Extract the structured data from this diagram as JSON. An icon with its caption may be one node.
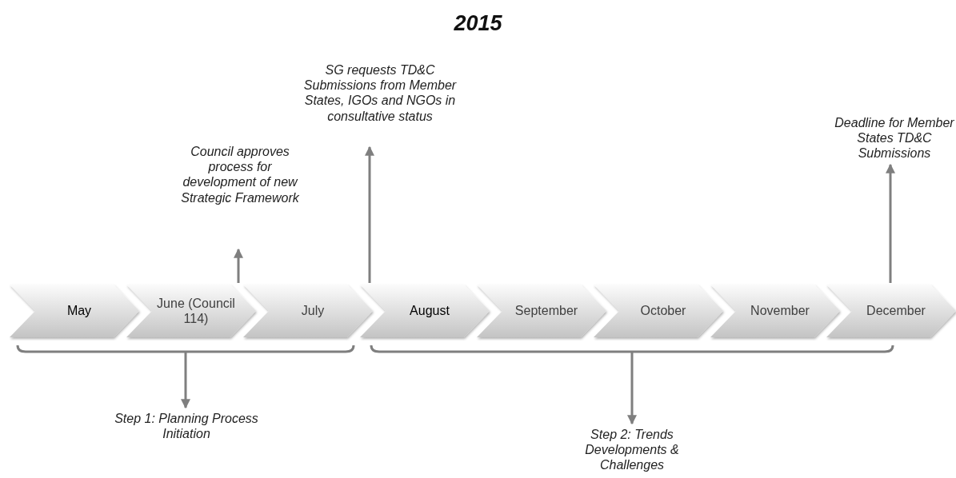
{
  "diagram": {
    "title": "2015",
    "nodes": [
      {
        "text": [
          "May"
        ]
      },
      {
        "text": [
          "June (Council 114)"
        ]
      },
      {
        "text": [
          "July"
        ]
      },
      {
        "text": [
          "August"
        ]
      },
      {
        "text": [
          "September"
        ]
      },
      {
        "text": [
          "October"
        ]
      },
      {
        "text": [
          "November"
        ]
      },
      {
        "text": [
          "December"
        ]
      },
      {
        "text": [
          "Council approves process for development of new Strategic Framework"
        ]
      },
      {
        "text": [
          "SG requests TD&C Submissions from Member States, IGOs and NGOs in consultative status"
        ]
      },
      {
        "text": [
          "Deadline for Member States TD&C Submissions"
        ]
      },
      {
        "text": [],
        "shape": "bracket"
      },
      {
        "text": [],
        "shape": "bracket"
      },
      {
        "text": [
          "Step 1: Planning Process Initiation"
        ]
      },
      {
        "text": [
          "Step 2: Trends Developments & Challenges"
        ]
      }
    ],
    "edges": [
      {
        "from": 1,
        "to": 8,
        "arrow": "to"
      },
      {
        "from": 3,
        "to": 9,
        "arrow": "to"
      },
      {
        "from": 7,
        "to": 10,
        "arrow": "to"
      },
      {
        "from": 11,
        "to": 13,
        "arrow": "to"
      },
      {
        "from": 12,
        "to": 14,
        "arrow": "to"
      }
    ]
  }
}
